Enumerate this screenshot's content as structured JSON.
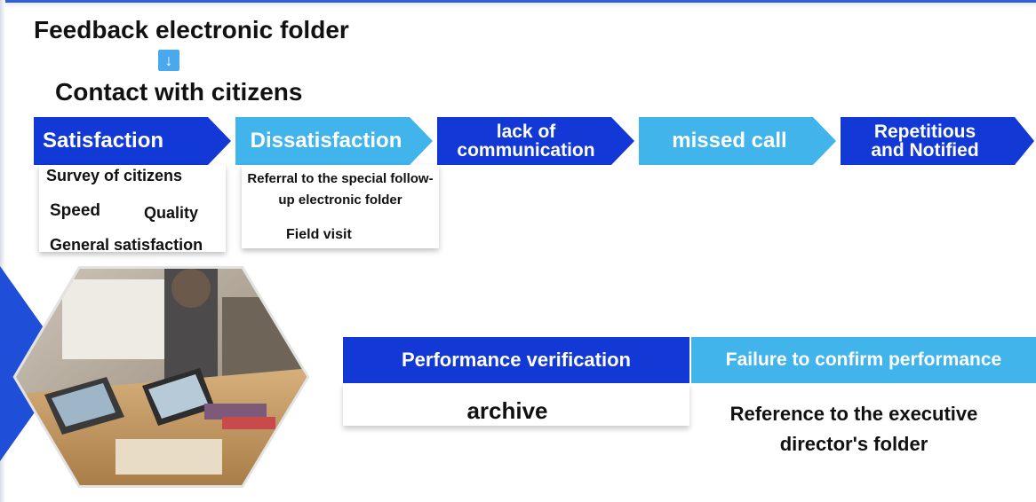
{
  "title": "Feedback electronic folder",
  "subtitle": "Contact with citizens",
  "arrow_icon": "arrow-down-icon",
  "colors": {
    "dark_blue": "#1238d6",
    "light_blue": "#41b4ec",
    "accent_blue": "#49a8ee"
  },
  "steps": [
    {
      "label": "Satisfaction",
      "color": "#1238d6"
    },
    {
      "label": "Dissatisfaction",
      "color": "#41b4ec"
    },
    {
      "label": "lack of communication",
      "color": "#1238d6"
    },
    {
      "label": "missed call",
      "color": "#41b4ec"
    },
    {
      "label": "Repetitious and Notified",
      "color": "#1238d6"
    }
  ],
  "satisfaction_details": {
    "survey": "Survey of citizens",
    "speed": "Speed",
    "quality": "Quality",
    "general": "General satisfaction"
  },
  "dissatisfaction_details": {
    "referral": "Referral to the special follow-up electronic folder",
    "field_visit": "Field visit"
  },
  "verification": {
    "performance_header": "Performance verification",
    "performance_result": "archive",
    "failure_header": "Failure to confirm performance",
    "failure_result": "Reference to the executive director's folder"
  }
}
